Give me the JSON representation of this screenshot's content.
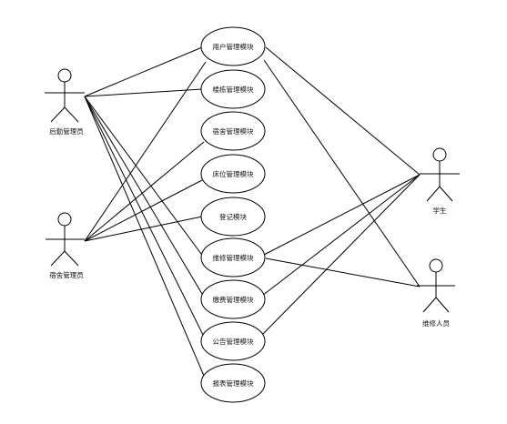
{
  "actors": [
    {
      "id": "logistics",
      "label": "后勤管理员"
    },
    {
      "id": "dorm",
      "label": "宿舍管理员"
    },
    {
      "id": "student",
      "label": "学生"
    },
    {
      "id": "repair",
      "label": "维修人员"
    }
  ],
  "use_cases": [
    {
      "id": "user",
      "label": "用户管理模块"
    },
    {
      "id": "building",
      "label": "楼栋管理模块"
    },
    {
      "id": "room",
      "label": "宿舍管理模块"
    },
    {
      "id": "bed",
      "label": "床位管理模块"
    },
    {
      "id": "register",
      "label": "登记模块"
    },
    {
      "id": "maintenance",
      "label": "维修管理模块"
    },
    {
      "id": "fee",
      "label": "缴费管理模块"
    },
    {
      "id": "notice",
      "label": "公告管理模块"
    },
    {
      "id": "report",
      "label": "报表管理模块"
    }
  ]
}
